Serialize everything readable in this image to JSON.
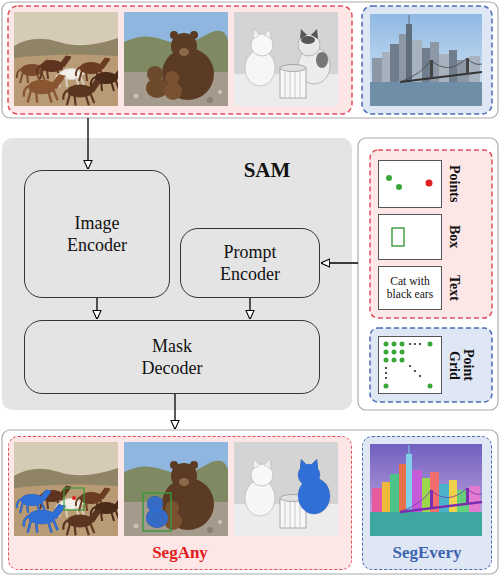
{
  "diagram": {
    "nodes": [
      {
        "text": [
          "SAM"
        ]
      },
      {
        "text": [
          "Image Encoder"
        ],
        "in": 0
      },
      {
        "text": [
          "Prompt Encoder"
        ],
        "in": 0
      },
      {
        "text": [
          "Mask Decoder"
        ],
        "in": 0
      },
      {
        "text": [
          "Points"
        ]
      },
      {
        "text": [
          "Box"
        ]
      },
      {
        "text": [
          "Cat with black ears",
          "Text"
        ]
      },
      {
        "text": [
          "Point Grid"
        ]
      },
      {
        "text": [
          "SegAny"
        ]
      },
      {
        "text": [
          "SegEvery"
        ]
      }
    ],
    "edges": [
      {
        "from": 1,
        "to": 3,
        "arrow": "to"
      },
      {
        "from": 2,
        "to": 3,
        "arrow": "to"
      }
    ]
  }
}
